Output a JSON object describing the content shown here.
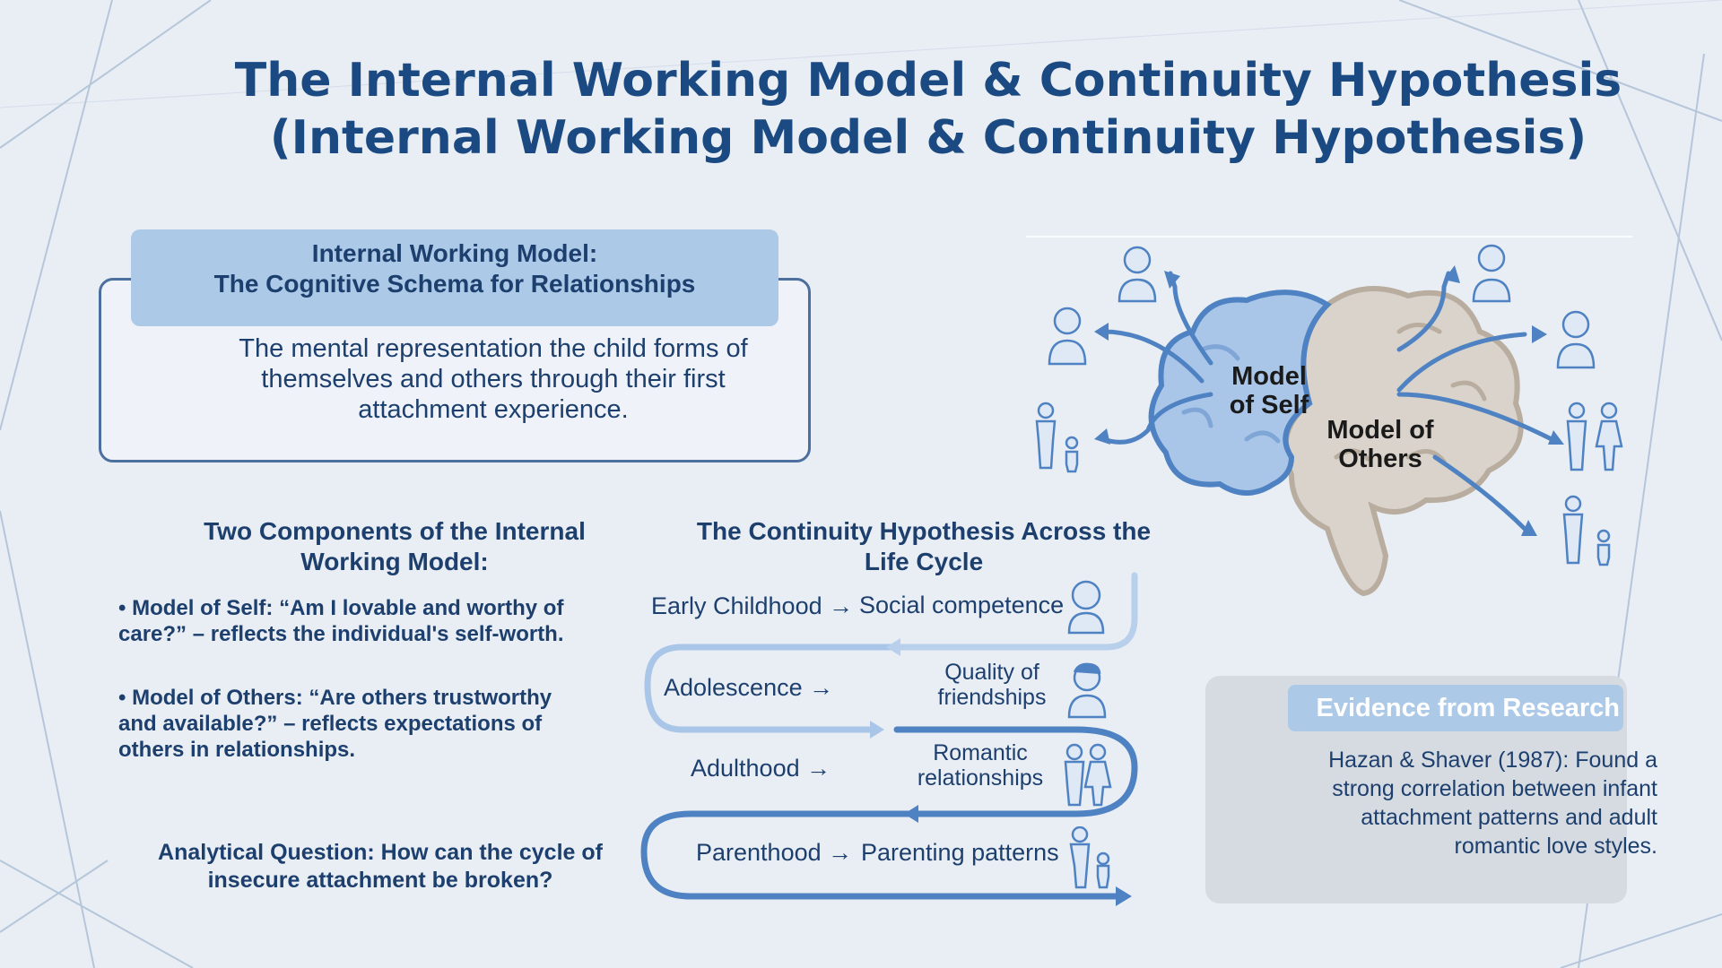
{
  "title": {
    "line1": "The Internal Working Model & Continuity Hypothesis",
    "line2": "(Internal Working Model & Continuity Hypothesis)"
  },
  "iwm": {
    "header_line1": "Internal Working Model:",
    "header_line2": "The Cognitive Schema for Relationships",
    "description": "The mental representation the child forms of themselves and others through their first attachment experience."
  },
  "components": {
    "title": "Two Components of the Internal Working Model:",
    "self": "• Model of Self:  “Am I lovable and worthy of care?”  – reflects the individual's self-worth.",
    "others": "• Model of Others:  “Are others trustworthy and available?”  – reflects expectations of others in relationships."
  },
  "analytical_question": "Analytical Question: How can the cycle of insecure attachment be broken?",
  "continuity": {
    "title": "The Continuity Hypothesis Across the Life Cycle",
    "stages": [
      {
        "stage": "Early Childhood →",
        "outcome": "Social competence"
      },
      {
        "stage": "Adolescence →",
        "outcome": "Quality of friendships"
      },
      {
        "stage": "Adulthood →",
        "outcome": "Romantic relationships"
      },
      {
        "stage": "Parenthood →",
        "outcome": "Parenting patterns"
      }
    ]
  },
  "brain": {
    "self_label": "Model of Self",
    "others_label": "Model of Others",
    "colors": {
      "self": "#a9c6e8",
      "others": "#d9d3cb",
      "outline": "#4f82c2"
    }
  },
  "evidence": {
    "header": "Evidence from Research",
    "text": "Hazan & Shaver (1987): Found a strong correlation between infant attachment patterns and adult romantic love styles."
  },
  "icons": [
    "person-icon",
    "parent-child-icon",
    "couple-icon",
    "brain-icon",
    "arrow-icon"
  ]
}
